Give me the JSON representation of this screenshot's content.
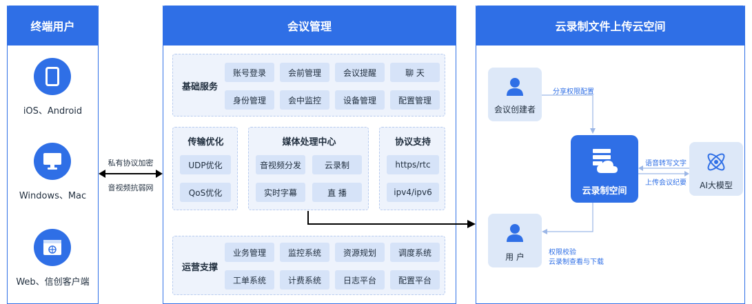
{
  "columns": {
    "end_users": {
      "title": "终端用户"
    },
    "meeting_mgmt": {
      "title": "会议管理"
    },
    "cloud_upload": {
      "title": "云录制文件上传云空间"
    }
  },
  "end_users": {
    "items": [
      {
        "label": "iOS、Android",
        "icon": "mobile-phone-icon"
      },
      {
        "label": "Windows、Mac",
        "icon": "monitor-icon"
      },
      {
        "label": "Web、信创客户端",
        "icon": "browser-icon"
      }
    ]
  },
  "link_left": {
    "line1": "私有协议加密",
    "line2": "音视频抗弱网"
  },
  "basic_services": {
    "title": "基础服务",
    "items": [
      "账号登录",
      "会前管理",
      "会议提醒",
      "聊 天",
      "身份管理",
      "会中监控",
      "设备管理",
      "配置管理"
    ]
  },
  "transport_opt": {
    "title": "传输优化",
    "items": [
      "UDP优化",
      "QoS优化"
    ]
  },
  "media_center": {
    "title": "媒体处理中心",
    "items": [
      "音视频分发",
      "云录制",
      "实时字幕",
      "直 播"
    ]
  },
  "protocol_support": {
    "title": "协议支持",
    "items": [
      "https/rtc",
      "ipv4/ipv6"
    ]
  },
  "ops_support": {
    "title": "运营支撑",
    "items": [
      "业务管理",
      "监控系统",
      "资源规划",
      "调度系统",
      "工单系统",
      "计费系统",
      "日志平台",
      "配置平台"
    ]
  },
  "cloud": {
    "creator": {
      "label": "会议创建者",
      "icon": "user-icon"
    },
    "share_label": "分享权限配置",
    "space": {
      "label": "云录制空间",
      "icon": "cloud-storage-icon"
    },
    "ai": {
      "label": "AI大模型",
      "icon": "atom-icon"
    },
    "ai_link1": "语音转写文字",
    "ai_link2": "上传会议纪要",
    "user": {
      "label": "用 户",
      "icon": "user-icon"
    },
    "perm_label1": "权限校验",
    "perm_label2": "云录制查看与下载"
  },
  "colors": {
    "primary": "#2f6fe6",
    "section_bg": "#eef3fc",
    "pill_bg": "#d6e3f8",
    "node_bg": "#dde8f8"
  }
}
